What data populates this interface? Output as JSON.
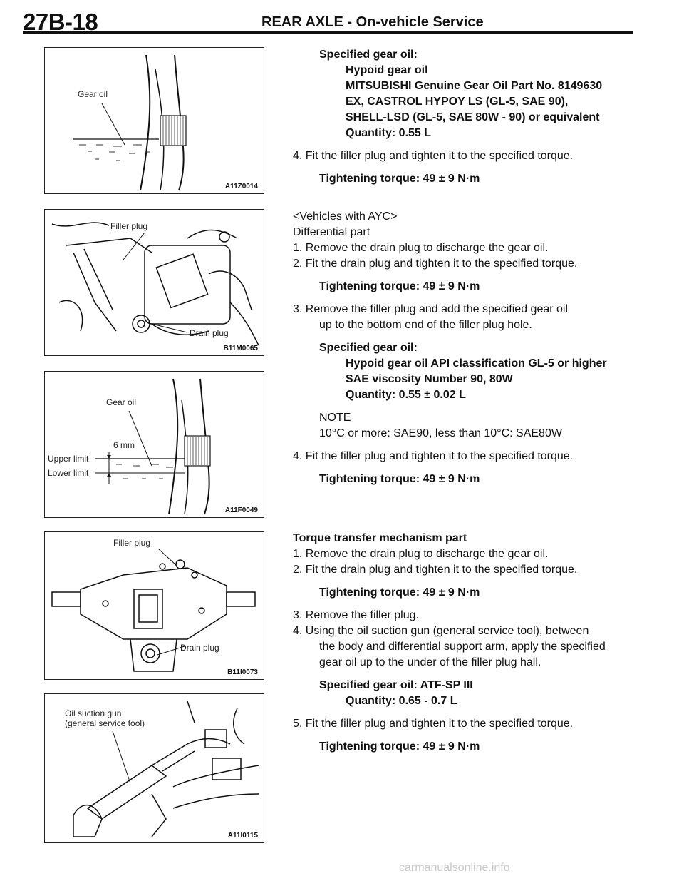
{
  "header": {
    "page_number": "27B-18",
    "title": "REAR AXLE - On-vehicle Service"
  },
  "figures": [
    {
      "code": "A11Z0014",
      "labels": [
        "Gear oil"
      ]
    },
    {
      "code": "B11M0065",
      "labels": [
        "Filler plug",
        "Drain plug"
      ]
    },
    {
      "code": "A11F0049",
      "labels": [
        "Gear oil",
        "6 mm",
        "Upper limit",
        "Lower limit"
      ]
    },
    {
      "code": "B11I0073",
      "labels": [
        "Filler plug",
        "Drain plug"
      ]
    },
    {
      "code": "A11I0115",
      "labels": [
        "Oil suction gun",
        "(general service tool)"
      ]
    }
  ],
  "section1": {
    "spec_label": "Specified gear oil:",
    "spec_lines": [
      "Hypoid gear oil",
      "MITSUBISHI Genuine Gear Oil Part No. 8149630",
      "EX, CASTROL HYPOY LS (GL-5, SAE 90),",
      "SHELL-LSD (GL-5, SAE 80W - 90) or equivalent",
      "Quantity: 0.55 L"
    ],
    "step4": "4. Fit the filler plug and tighten it to the specified torque.",
    "torque": "Tightening torque: 49 ± 9 N·m"
  },
  "section2": {
    "vehicle": "<Vehicles with AYC>",
    "part": "Differential part",
    "step1": "1. Remove the drain plug to discharge the gear oil.",
    "step2": "2. Fit the drain plug and tighten it to the specified torque.",
    "torque1": "Tightening torque: 49 ± 9 N·m",
    "step3a": "3. Remove the filler plug and add the specified gear oil",
    "step3b": "up to the bottom end of the filler plug hole.",
    "spec_label": "Specified gear oil:",
    "spec_lines": [
      "Hypoid gear oil API classification GL-5 or higher",
      "SAE viscosity Number 90, 80W",
      "Quantity: 0.55 ± 0.02 L"
    ],
    "note_label": "NOTE",
    "note_text": "10°C or more: SAE90, less than 10°C: SAE80W",
    "step4": "4. Fit the filler plug and tighten it to the specified torque.",
    "torque2": "Tightening torque: 49 ± 9 N·m"
  },
  "section3": {
    "part": "Torque transfer mechanism part",
    "step1": "1. Remove the drain plug to discharge the gear oil.",
    "step2": "2. Fit the drain plug and tighten it to the specified torque.",
    "torque1": "Tightening torque: 49 ± 9 N·m",
    "step3": "3. Remove the filler plug.",
    "step4a": "4. Using the oil suction gun (general service tool), between",
    "step4b": "the body and differential support arm, apply the specified",
    "step4c": "gear oil up to the under of the filler plug hall.",
    "spec_label": "Specified gear oil: ATF-SP III",
    "spec_qty": "Quantity: 0.65 - 0.7 L",
    "step5": "5. Fit the filler plug and tighten it to the specified torque.",
    "torque2": "Tightening torque: 49 ± 9 N·m"
  },
  "footer": {
    "watermark": "carmanualsonline.info"
  }
}
